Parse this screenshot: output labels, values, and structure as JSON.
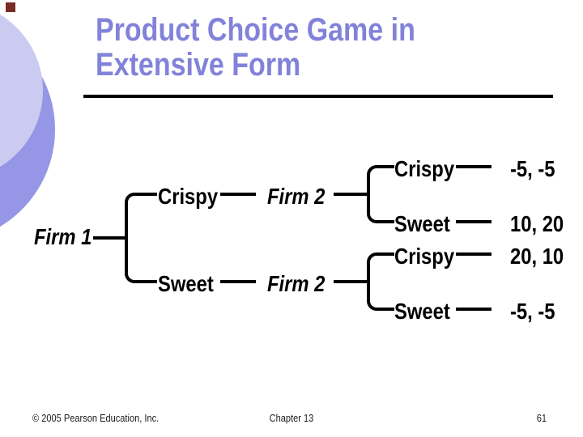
{
  "slide": {
    "title": {
      "line1": "Product Choice Game in",
      "line2": "Extensive Form"
    },
    "colors": {
      "background": "#ffffff",
      "title": "#8282da",
      "line": "#000000",
      "circle-light": "#cbcbf2",
      "circle-dark": "#9696e6",
      "corner-square": "#7a2d25"
    },
    "tree": {
      "root": {
        "label": "Firm 1"
      },
      "branches": [
        {
          "action": "Crispy",
          "node": "Firm 2",
          "children": [
            {
              "action": "Crispy",
              "payoff": "-5, -5"
            },
            {
              "action": "Sweet",
              "payoff": "10, 20"
            }
          ]
        },
        {
          "action": "Sweet",
          "node": "Firm 2",
          "children": [
            {
              "action": "Crispy",
              "payoff": "20, 10"
            },
            {
              "action": "Sweet",
              "payoff": "-5, -5"
            }
          ]
        }
      ]
    },
    "footer": {
      "copyright": "© 2005 Pearson Education, Inc.",
      "chapter": "Chapter 13",
      "page_number": "61"
    }
  }
}
